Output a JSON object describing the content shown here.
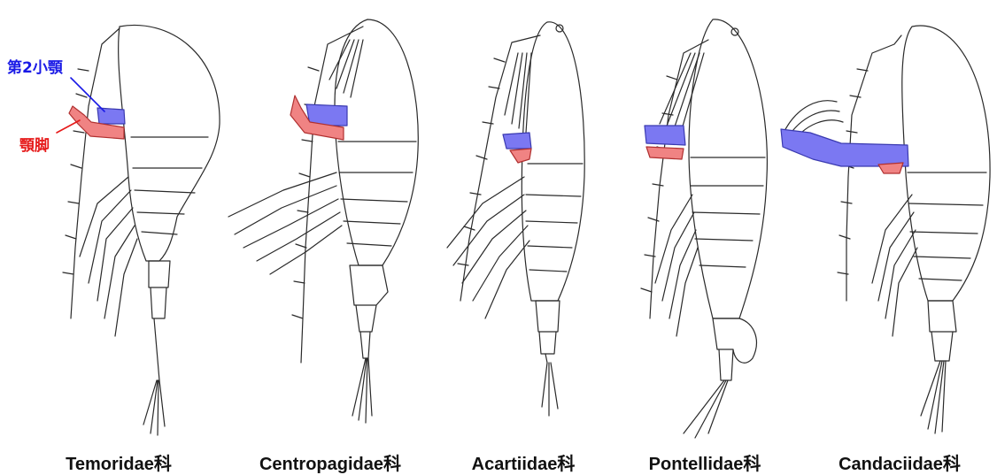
{
  "labels": {
    "second_maxilla": "第2小顎",
    "maxilliped": "顎脚"
  },
  "colors": {
    "second_maxilla": "#7b78f2",
    "maxilliped": "#f08383",
    "line": "#2a2a2a",
    "second_maxilla_text": "#1a1ae6",
    "maxilliped_text": "#e61a1a"
  },
  "families": [
    "Temoridae科",
    "Centropagidae科",
    "Acartiidae科",
    "Pontellidae科",
    "Candaciidae科"
  ]
}
